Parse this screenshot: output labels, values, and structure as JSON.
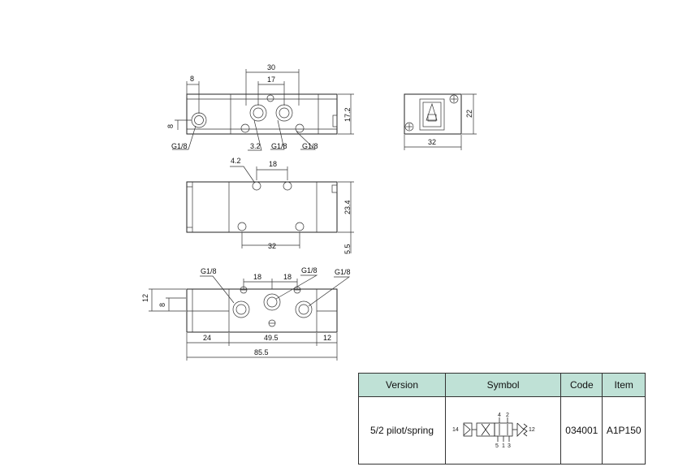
{
  "top_view": {
    "dim_8_top": "8",
    "dim_30": "30",
    "dim_17": "17",
    "dim_8_left": "8",
    "dim_17_2": "17.2",
    "port_left": "G1/8",
    "hole_32": "3.2",
    "port_mid": "G1/8",
    "port_right": "G1/8"
  },
  "end_view": {
    "dim_22": "22",
    "dim_32": "32"
  },
  "side_view": {
    "dim_4_2": "4.2",
    "dim_18": "18",
    "dim_23_4": "23.4",
    "dim_32": "32",
    "dim_5_5": "5.5"
  },
  "front_view": {
    "port_g1": "G1/8",
    "port_g2": "G1/8",
    "port_g3": "G1/8",
    "dim_18a": "18",
    "dim_18b": "18",
    "dim_12_left": "12",
    "dim_8_left": "8",
    "dim_24": "24",
    "dim_49_5": "49.5",
    "dim_12_right": "12",
    "dim_85_5": "85.5"
  },
  "symbol_labels": {
    "p4": "4",
    "p2": "2",
    "p14": "14",
    "p12": "12",
    "p5": "5",
    "p1": "1",
    "p3": "3"
  },
  "table": {
    "headers": [
      "Version",
      "Symbol",
      "Code",
      "Item"
    ],
    "rows": [
      {
        "version": "5/2 pilot/spring",
        "code": "034001",
        "item": "A1P150"
      }
    ]
  },
  "colors": {
    "header_bg": "#bfe1d6",
    "line": "#222222"
  }
}
